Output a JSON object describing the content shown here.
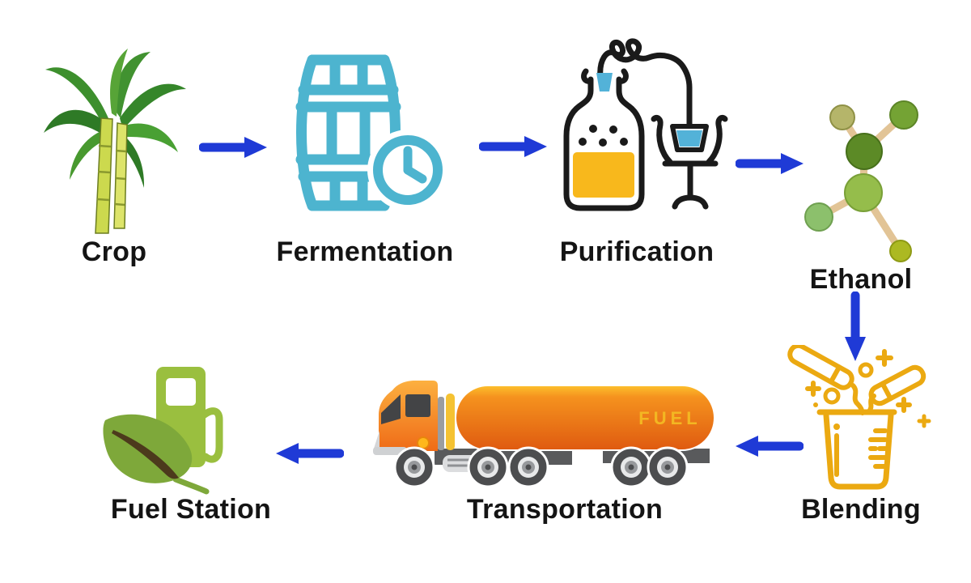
{
  "diagram": {
    "steps": [
      {
        "id": "crop",
        "label": "Crop"
      },
      {
        "id": "fermentation",
        "label": "Fermentation"
      },
      {
        "id": "purification",
        "label": "Purification"
      },
      {
        "id": "ethanol",
        "label": "Ethanol"
      },
      {
        "id": "blending",
        "label": "Blending"
      },
      {
        "id": "transportation",
        "label": "Transportation"
      },
      {
        "id": "fuel_station",
        "label": "Fuel Station"
      }
    ],
    "arrows": [
      {
        "from": "Crop",
        "to": "Fermentation",
        "direction": "right"
      },
      {
        "from": "Fermentation",
        "to": "Purification",
        "direction": "right"
      },
      {
        "from": "Purification",
        "to": "Ethanol",
        "direction": "right"
      },
      {
        "from": "Ethanol",
        "to": "Blending",
        "direction": "down"
      },
      {
        "from": "Blending",
        "to": "Transportation",
        "direction": "left"
      },
      {
        "from": "Transportation",
        "to": "Fuel Station",
        "direction": "left"
      }
    ],
    "truck": {
      "tank_text": "FUEL"
    },
    "colors": {
      "arrow_blue": "#1f3ad6",
      "barrel_teal": "#4db4cf",
      "flask_liquid_yellow": "#f8b81c",
      "stopper_blue": "#53b2d8",
      "blending_gold": "#eba911",
      "pump_green": "#9abf3f",
      "leaf_green": "#7ea83a",
      "leaf_vein_brown": "#4c3a1c",
      "tank_orange": "#ee7618",
      "fuel_text_gold": "#f3b722",
      "label_color": "#141414",
      "background": "#ffffff"
    }
  }
}
